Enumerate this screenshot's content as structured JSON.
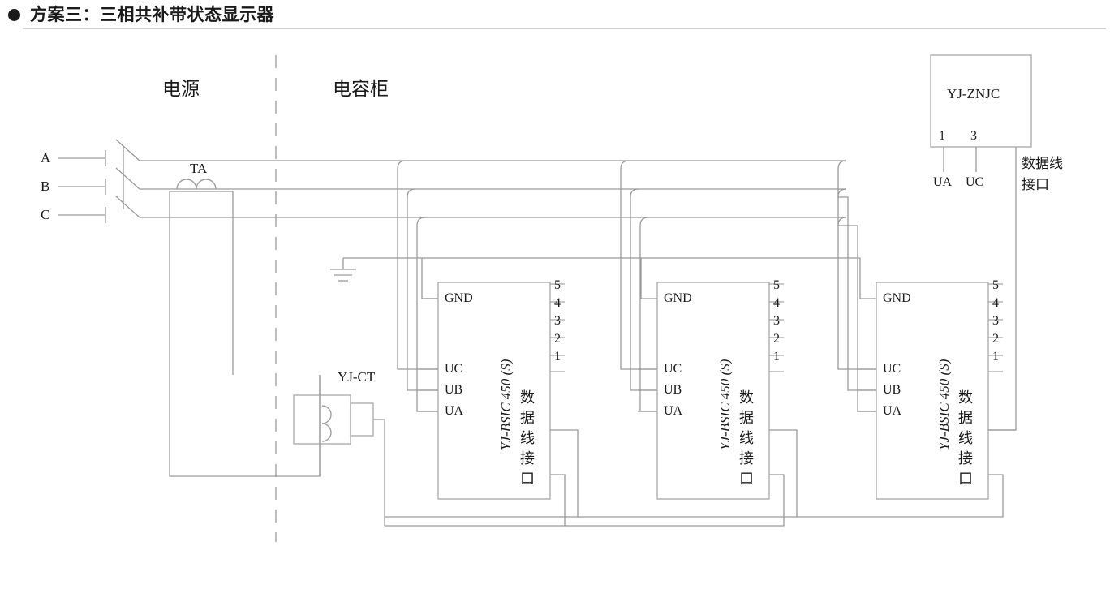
{
  "header": {
    "bullet": "bullet-dot",
    "title": "方案三：三相共补带状态显示器"
  },
  "sections": {
    "power_label": "电源",
    "cabinet_label": "电容柜"
  },
  "supply": {
    "phases": [
      "A",
      "B",
      "C"
    ],
    "ct_bus_label": "TA",
    "ct_device_label": "YJ-CT"
  },
  "monitor": {
    "name": "YJ-ZNJC",
    "pins": [
      "1",
      "3"
    ],
    "pin_signals": [
      "UA",
      "UC"
    ],
    "data_port_line1": "数据线",
    "data_port_line2": "接口"
  },
  "controllers": [
    {
      "device": "YJ-BSIC 450 (S)",
      "terminals": [
        "GND",
        "UC",
        "UB",
        "UA"
      ],
      "pins": [
        "5",
        "4",
        "3",
        "2",
        "1"
      ],
      "data_port": "数据线接口"
    },
    {
      "device": "YJ-BSIC 450 (S)",
      "terminals": [
        "GND",
        "UC",
        "UB",
        "UA"
      ],
      "pins": [
        "5",
        "4",
        "3",
        "2",
        "1"
      ],
      "data_port": "数据线接口"
    },
    {
      "device": "YJ-BSIC 450 (S)",
      "terminals": [
        "GND",
        "UC",
        "UB",
        "UA"
      ],
      "pins": [
        "5",
        "4",
        "3",
        "2",
        "1"
      ],
      "data_port": "数据线接口"
    }
  ],
  "colors": {
    "wire": "#9a9a9a",
    "text": "#1a1a1a",
    "rule": "#cfcfcf"
  }
}
